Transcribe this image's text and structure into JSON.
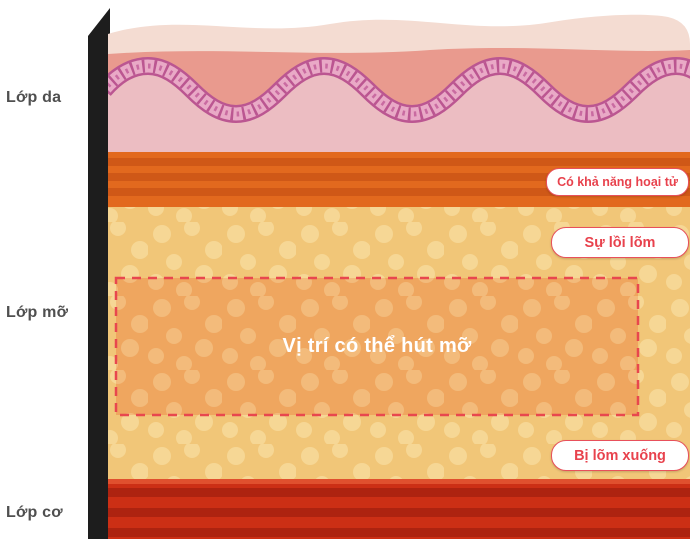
{
  "diagram": {
    "layers": [
      {
        "id": "skin",
        "label": "Lớp da"
      },
      {
        "id": "fat",
        "label": "Lớp mỡ"
      },
      {
        "id": "muscle",
        "label": "Lớp cơ"
      }
    ],
    "callouts": [
      {
        "id": "necrosis",
        "label": "Có khả năng hoại tử"
      },
      {
        "id": "unevenness",
        "label": "Sự lồi lõm"
      },
      {
        "id": "depression",
        "label": "Bị lõm xuống"
      }
    ],
    "zone_label": "Vị trí có thể hút mỡ",
    "colors": {
      "callout_red": "#e8424d",
      "callout_border": "#e8505b",
      "dashed_border": "#e8474e",
      "fat_base": "#f1c678",
      "fat_cell": "#f6d795",
      "zone_base": "#efa65f",
      "zone_cell": "#f3bb7b",
      "orange_band": "#e2691e",
      "muscle_red": "#cc2f15",
      "cream_top": "#f4dcd2",
      "epidermis_salmon": "#e99a8e",
      "dermis_pink": "#ecbdc2",
      "dermis_wave": "#bb5691",
      "label_gray": "#4f4f4f"
    }
  }
}
